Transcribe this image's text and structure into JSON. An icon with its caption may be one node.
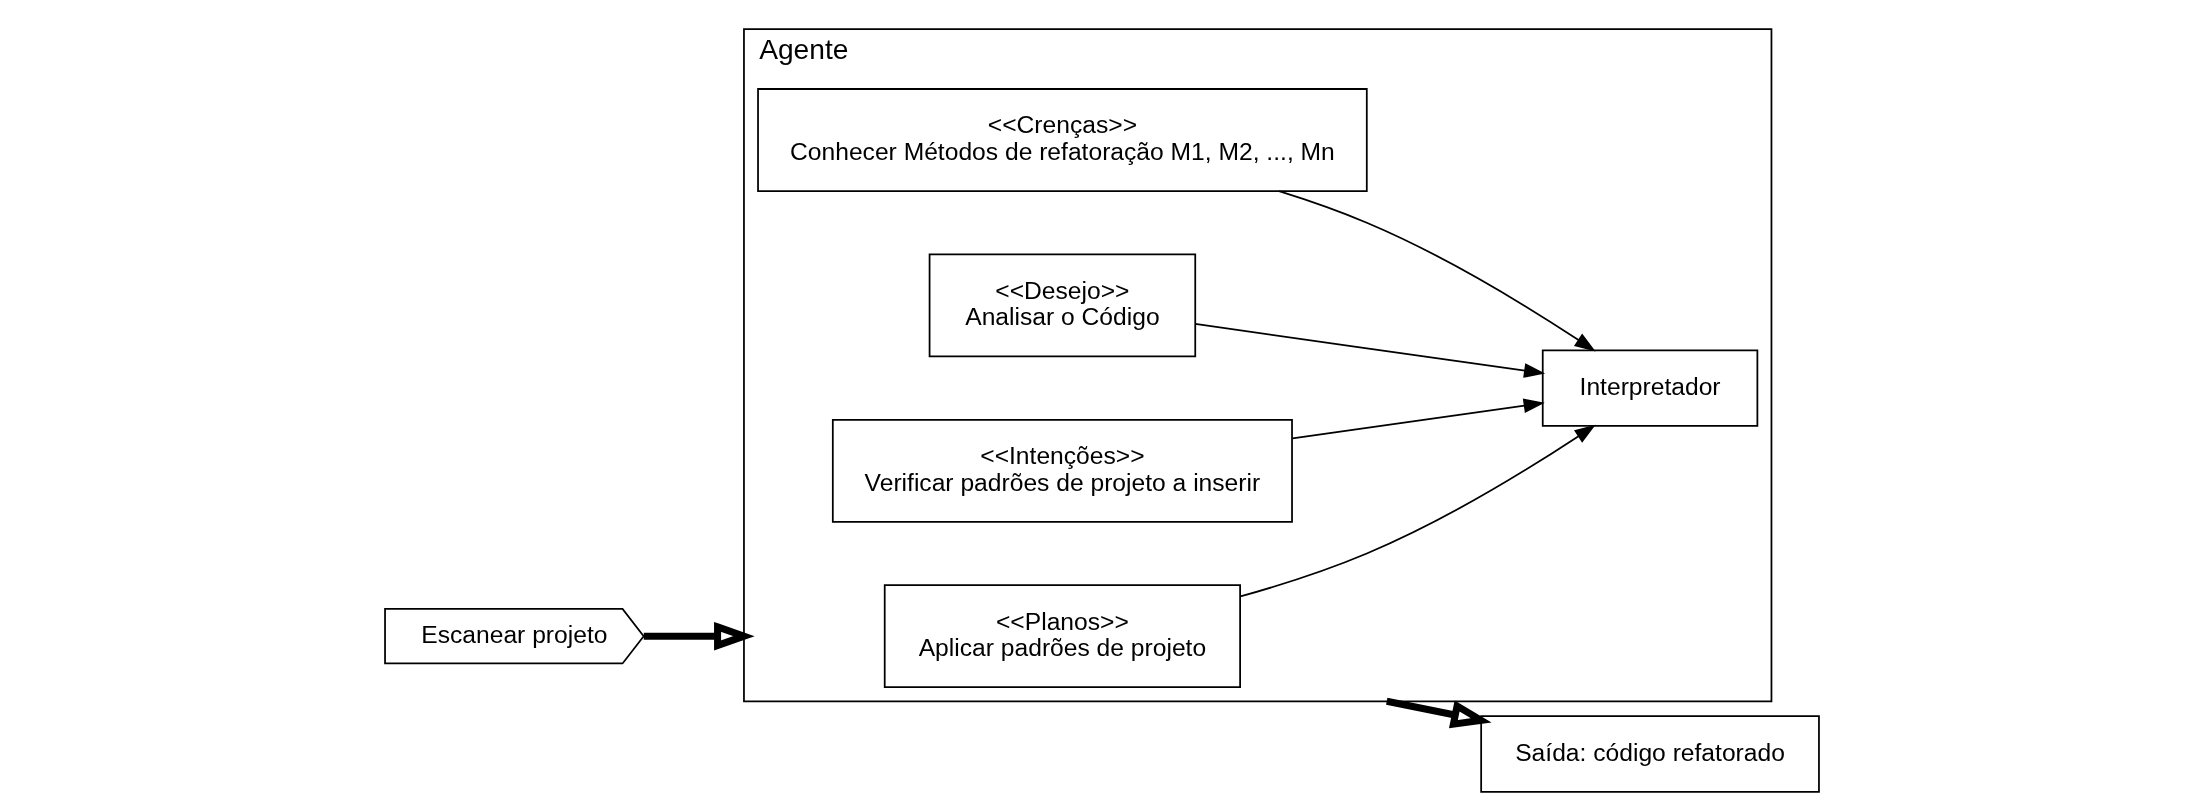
{
  "diagram": {
    "nodes": [
      {
        "text": [
          "Escanear projeto"
        ]
      },
      {
        "text": [
          "Agente"
        ]
      },
      {
        "text": [
          "<<Planos>>",
          "Aplicar padrões de projeto"
        ],
        "in": 1
      },
      {
        "text": [
          "Interpretador"
        ],
        "in": 1
      },
      {
        "text": [
          "<<Crenças>>",
          "Conhecer Métodos de refatoração M1, M2, ..., Mn"
        ],
        "in": 1
      },
      {
        "text": [
          "<<Desejo>>",
          "Analisar o Código"
        ],
        "in": 1
      },
      {
        "text": [
          "<<Intenções>>",
          "Verificar padrões de projeto a inserir"
        ],
        "in": 1
      },
      {
        "text": [
          "Saída: código refatorado"
        ]
      }
    ],
    "edges": [
      {
        "from": 0,
        "to": 1,
        "arrow": "to",
        "style": "thick"
      },
      {
        "from": 2,
        "to": 3,
        "arrow": "to"
      },
      {
        "from": 4,
        "to": 3,
        "arrow": "to"
      },
      {
        "from": 5,
        "to": 3,
        "arrow": "to"
      },
      {
        "from": 6,
        "to": 3,
        "arrow": "to"
      },
      {
        "from": 1,
        "to": 7,
        "arrow": "to",
        "style": "thick"
      }
    ]
  }
}
